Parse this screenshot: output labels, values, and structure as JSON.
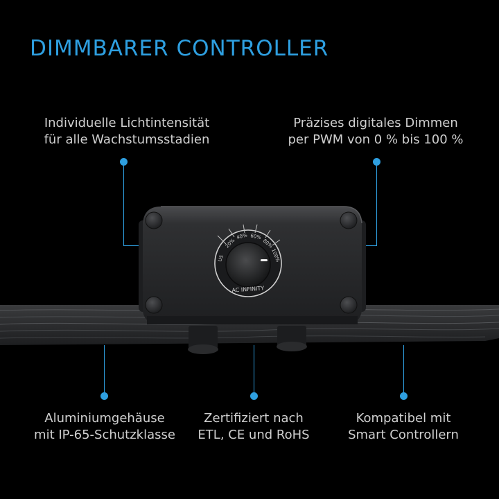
{
  "title": "DIMMBARER CONTROLLER",
  "callouts": {
    "top_left": [
      "Individuelle Lichtintensität",
      "für alle Wachstumsstadien"
    ],
    "top_right": [
      "Präzises digitales Dimmen",
      "per PWM von 0 % bis 100 %"
    ],
    "bottom_left": [
      "Aluminiumgehäuse",
      "mit IP-65-Schutzklasse"
    ],
    "bottom_center": [
      "Zertifiziert nach",
      "ETL, CE und RoHS"
    ],
    "bottom_right": [
      "Kompatibel mit",
      "Smart Controllern"
    ]
  },
  "dial": {
    "ticks": [
      "US",
      "20%",
      "40%",
      "60%",
      "80%",
      "100%"
    ],
    "brand": "AC INFINITY"
  },
  "colors": {
    "accent": "#2e9fe0",
    "background": "#000000",
    "housing": "#2b2c2e"
  }
}
